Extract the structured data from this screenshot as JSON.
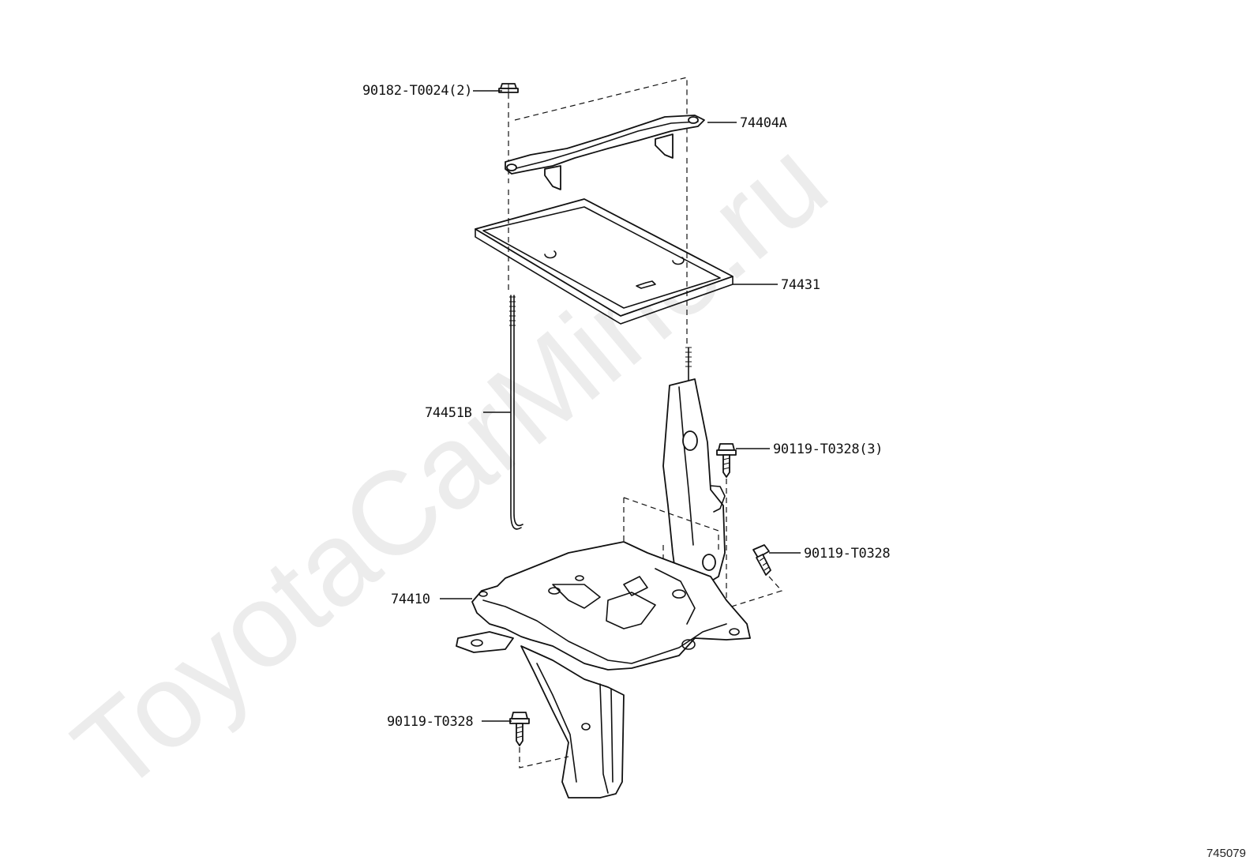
{
  "watermark": "ToyotaCarMine.ru",
  "diagram_id": "745079",
  "parts": {
    "bolt_top": "90182-T0024(2)",
    "clamp": "74404A",
    "tray": "74431",
    "rod": "74451B",
    "bolt_right_upper": "90119-T0328(3)",
    "bolt_right_lower": "90119-T0328",
    "carrier": "74410",
    "bolt_bottom": "90119-T0328"
  }
}
